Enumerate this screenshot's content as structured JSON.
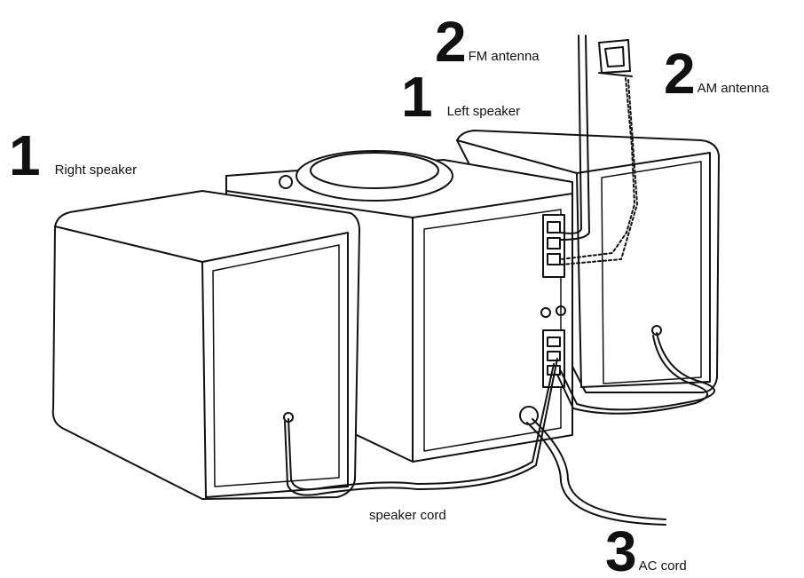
{
  "callouts": {
    "fm_antenna": {
      "number": "2",
      "label": "FM antenna"
    },
    "am_antenna": {
      "number": "2",
      "label": "AM antenna"
    },
    "left_speaker": {
      "number": "1",
      "label": "Left speaker"
    },
    "right_speaker": {
      "number": "1",
      "label": "Right speaker"
    },
    "ac_cord": {
      "number": "3",
      "label": "AC cord"
    }
  },
  "labels": {
    "speaker_cord": "speaker cord"
  },
  "colors": {
    "ink": "#111111",
    "paper": "#ffffff"
  }
}
